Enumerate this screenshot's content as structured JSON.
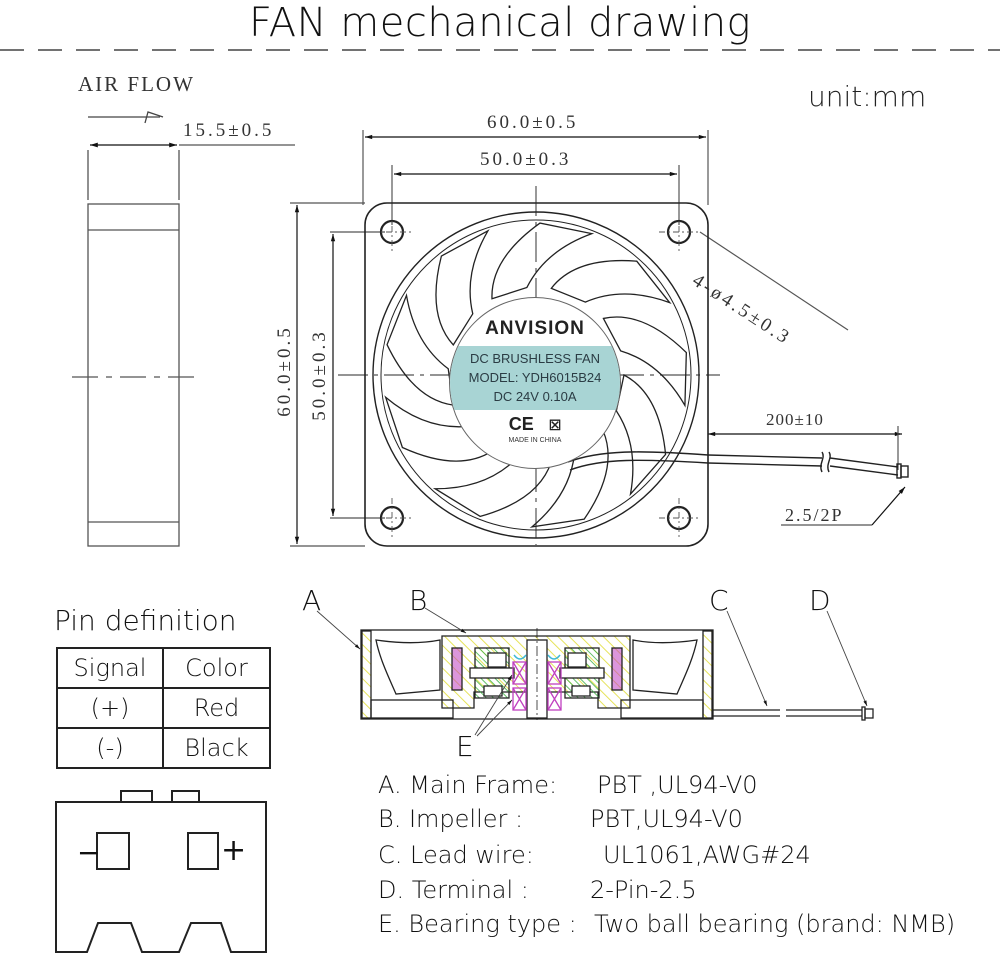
{
  "title": "FAN mechanical drawing",
  "unit_label": "unit:mm",
  "side_view": {
    "airflow_label": "AIR FLOW",
    "thickness_dim": "15.5±0.5"
  },
  "front_view": {
    "width_outer_dim": "60.0±0.5",
    "width_hole_dim": "50.0±0.3",
    "height_outer_dim": "60.0±0.5",
    "height_hole_dim": "50.0±0.3",
    "hole_dim": "4-ø4.5±0.3",
    "cable_length_dim": "200±10",
    "connector_dim": "2.5/2P",
    "label": {
      "brand": "ANVISION",
      "line1": "DC BRUSHLESS FAN",
      "line2": "MODEL: YDH6015B24",
      "line3": "DC 24V  0.10A",
      "ce_mark": "CE",
      "weee_icon": "crossed-bin-icon",
      "made_in": "MADE IN CHINA",
      "band_color": "#a8d4d4"
    }
  },
  "pin_definition": {
    "title": "Pin definition",
    "headers": [
      "Signal",
      "Color"
    ],
    "rows": [
      [
        "(+)",
        "Red"
      ],
      [
        "(-)",
        "Black"
      ]
    ],
    "connector_minus": "−",
    "connector_plus": "+"
  },
  "section_view": {
    "callouts": [
      "A",
      "B",
      "C",
      "D",
      "E"
    ],
    "colors": {
      "hatch_yellow": "#e6e35a",
      "magnet_magenta": "#c040c0",
      "coil_green": "#3cb043",
      "seal_cyan": "#3fb9d6"
    }
  },
  "specs": [
    {
      "key": "A.  Main Frame:",
      "value": "PBT ,UL94-V0"
    },
    {
      "key": "B.  Impeller :",
      "value": "PBT,UL94-V0"
    },
    {
      "key": "C.  Lead wire:",
      "value": "UL1061,AWG#24"
    },
    {
      "key": "D. Terminal :",
      "value": "2-Pin-2.5"
    },
    {
      "key": "E.  Bearing type :",
      "value": "Two ball bearing (brand: NMB)"
    }
  ]
}
